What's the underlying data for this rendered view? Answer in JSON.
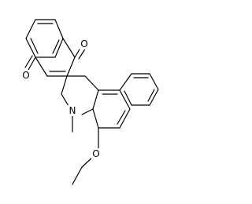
{
  "structure": {
    "atoms": {
      "o_top": "O",
      "o_left": "O",
      "n_ring": "N",
      "o_ether": "O"
    }
  },
  "colors": {
    "background": "#ffffff",
    "bond": "#000000",
    "text": "#000000"
  }
}
